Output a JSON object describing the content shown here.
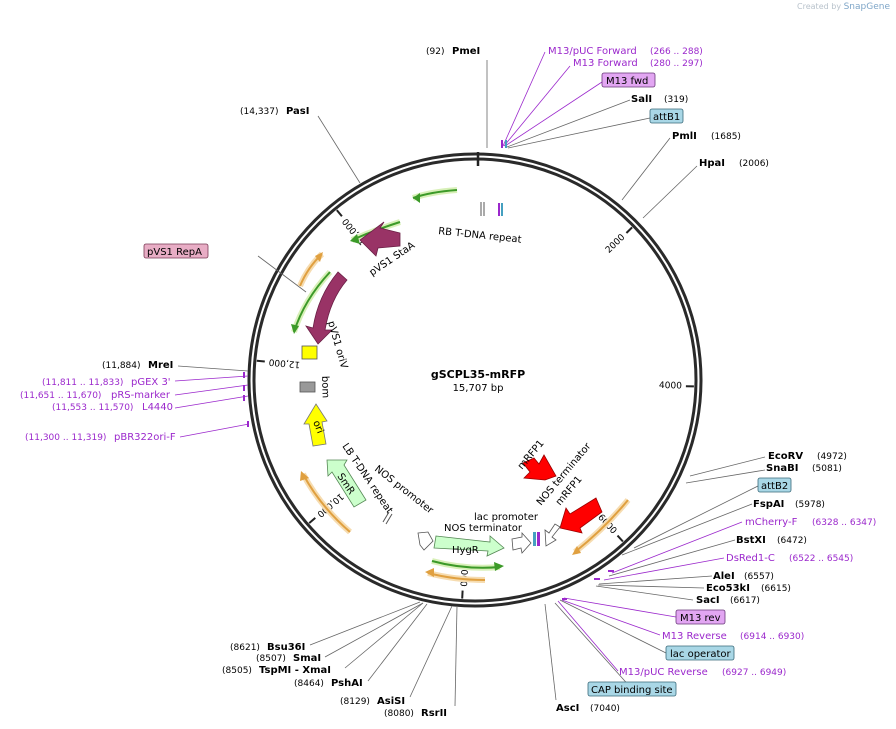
{
  "credit": {
    "prefix": "Created by",
    "brand": "SnapGene"
  },
  "plasmid": {
    "name": "gSCPL35-mRFP",
    "length": "15,707 bp",
    "length_bp": 15707
  },
  "ticks": [
    {
      "bp": 2000,
      "label": "2000"
    },
    {
      "bp": 4000,
      "label": "4000"
    },
    {
      "bp": 6000,
      "label": "6000"
    },
    {
      "bp": 8000,
      "label": "8000"
    },
    {
      "bp": 10000,
      "label": "10,000"
    },
    {
      "bp": 12000,
      "label": "12,000"
    },
    {
      "bp": 14000,
      "label": "14,000"
    }
  ],
  "sites": [
    {
      "name": "PmeI",
      "pos": "(92)",
      "bp": 92
    },
    {
      "name": "SalI",
      "pos": "(319)",
      "bp": 319
    },
    {
      "name": "PmlI",
      "pos": "(1685)",
      "bp": 1685
    },
    {
      "name": "HpaI",
      "pos": "(2006)",
      "bp": 2006
    },
    {
      "name": "EcoRV",
      "pos": "(4972)",
      "bp": 4972
    },
    {
      "name": "SnaBI",
      "pos": "(5081)",
      "bp": 5081
    },
    {
      "name": "FspAI",
      "pos": "(5978)",
      "bp": 5978
    },
    {
      "name": "BstXI",
      "pos": "(6472)",
      "bp": 6472
    },
    {
      "name": "AleI",
      "pos": "(6557)",
      "bp": 6557
    },
    {
      "name": "Eco53kI",
      "pos": "(6615)",
      "bp": 6615
    },
    {
      "name": "SacI",
      "pos": "(6617)",
      "bp": 6617
    },
    {
      "name": "AscI",
      "pos": "(7040)",
      "bp": 7040
    },
    {
      "name": "RsrII",
      "pos": "(8080)",
      "bp": 8080
    },
    {
      "name": "AsiSI",
      "pos": "(8129)",
      "bp": 8129
    },
    {
      "name": "PshAI",
      "pos": "(8464)",
      "bp": 8464
    },
    {
      "name": "TspMI - XmaI",
      "pos": "(8505)",
      "bp": 8505
    },
    {
      "name": "SmaI",
      "pos": "(8507)",
      "bp": 8507
    },
    {
      "name": "Bsu36I",
      "pos": "(8621)",
      "bp": 8621
    },
    {
      "name": "MreI",
      "pos": "(11,884)",
      "bp": 11884
    },
    {
      "name": "PasI",
      "pos": "(14,337)",
      "bp": 14337
    }
  ],
  "primers": [
    {
      "name": "M13/pUC Forward",
      "pos": "(266 .. 288)",
      "bp": 277
    },
    {
      "name": "M13 Forward",
      "pos": "(280 .. 297)",
      "bp": 288
    },
    {
      "name": "mCherry-F",
      "pos": "(6328 .. 6347)",
      "bp": 6337
    },
    {
      "name": "DsRed1-C",
      "pos": "(6522 .. 6545)",
      "bp": 6533
    },
    {
      "name": "M13 Reverse",
      "pos": "(6914 .. 6930)",
      "bp": 6922
    },
    {
      "name": "M13/pUC Reverse",
      "pos": "(6927 .. 6949)",
      "bp": 6938
    },
    {
      "name": "pGEX 3'",
      "pos": "(11,811 .. 11,833)",
      "bp": 11822
    },
    {
      "name": "pRS-marker",
      "pos": "(11,651 .. 11,670)",
      "bp": 11660
    },
    {
      "name": "L4440",
      "pos": "(11,553 .. 11,570)",
      "bp": 11561
    },
    {
      "name": "pBR322ori-F",
      "pos": "(11,300 .. 11,319)",
      "bp": 11309
    }
  ],
  "boxed_features": [
    {
      "name": "M13 fwd",
      "kind": "primer_bind",
      "color": "#e2a6f2"
    },
    {
      "name": "attB1",
      "kind": "protein_bind",
      "color": "#a9d7e6"
    },
    {
      "name": "attB2",
      "kind": "protein_bind",
      "color": "#a9d7e6"
    },
    {
      "name": "M13 rev",
      "kind": "primer_bind",
      "color": "#e2a6f2"
    },
    {
      "name": "lac operator",
      "kind": "protein_bind",
      "color": "#a9d7e6"
    },
    {
      "name": "CAP binding site",
      "kind": "protein_bind",
      "color": "#a9d7e6"
    },
    {
      "name": "pVS1 RepA",
      "kind": "cds",
      "color": "#e8adc5"
    }
  ],
  "features": [
    {
      "name": "RB T-DNA repeat"
    },
    {
      "name": "pVS1 StaA",
      "color": "#993366"
    },
    {
      "name": "pVS1 oriV",
      "color": "#993366"
    },
    {
      "name": "bom",
      "color": "#999999"
    },
    {
      "name": "ori",
      "color": "#ffff00"
    },
    {
      "name": "SmR",
      "color": "#ccffcc"
    },
    {
      "name": "LB T-DNA repeat"
    },
    {
      "name": "NOS promoter"
    },
    {
      "name": "lac promoter"
    },
    {
      "name": "NOS terminator"
    },
    {
      "name": "HygR",
      "color": "#ccffcc"
    },
    {
      "name": "mRFP1",
      "color": "#ff0000"
    },
    {
      "name": "NOS terminator"
    },
    {
      "name": "mRFP1",
      "color": "#ff0000"
    }
  ],
  "colors": {
    "backbone": "#2a2a2a",
    "primer": "#9b28cc",
    "site_line": "#666666",
    "orange_track": "#e0a040",
    "green_track": "#3c9a28"
  }
}
